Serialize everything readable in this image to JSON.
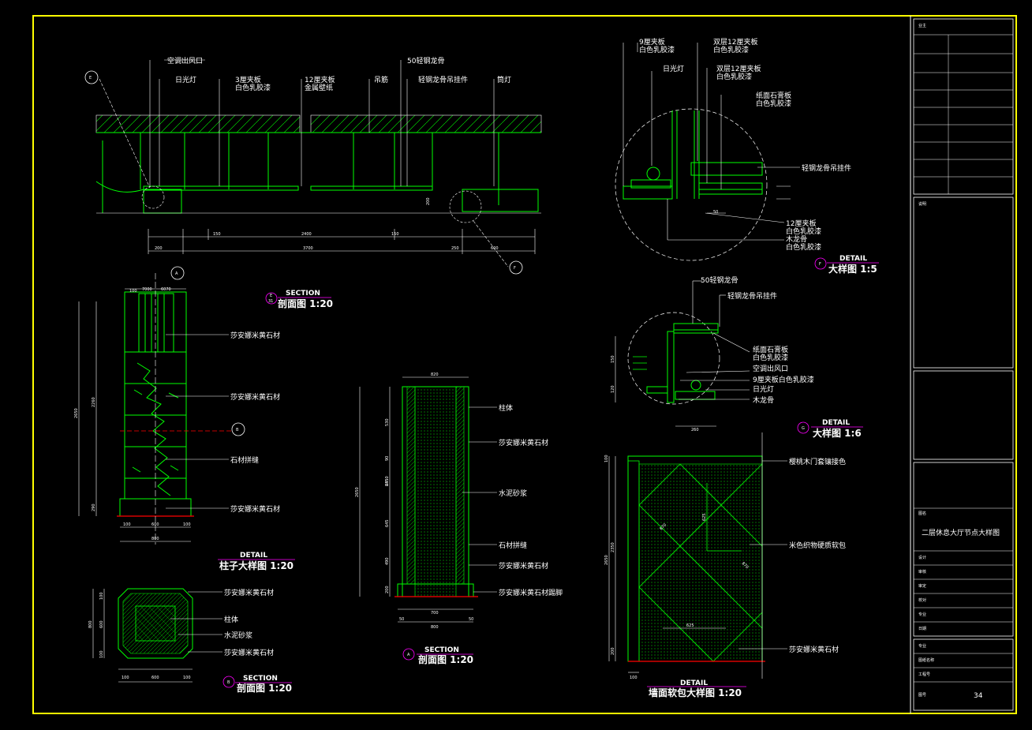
{
  "ceiling_section": {
    "callouts": [
      "空调出风口",
      "日光灯",
      "3厘夹板",
      "白色乳胶漆",
      "12厘夹板",
      "金属壁纸",
      "吊筋",
      "50轻钢龙骨",
      "轻钢龙骨吊挂件",
      "筒灯"
    ],
    "markers": [
      "E",
      "F"
    ],
    "dims": [
      "200",
      "3700",
      "250",
      "600",
      "150",
      "2400",
      "150",
      "200"
    ],
    "title_en": "SECTION",
    "title_cn": "剖面图 1:20",
    "tag_top": "E",
    "tag_bottom": "31"
  },
  "detail_f": {
    "callouts": [
      "9厘夹板",
      "白色乳胶漆",
      "双层12厘夹板",
      "白色乳胶漆",
      "双层12厘夹板",
      "白色乳胶漆",
      "纸面石膏板",
      "白色乳胶漆",
      "轻钢龙骨吊挂件",
      "12厘夹板",
      "白色乳胶漆",
      "木龙骨",
      "白色乳胶漆"
    ],
    "dims": [
      "50"
    ],
    "title_en": "DETAIL",
    "title_cn": "大样图 1:5",
    "tag": "F"
  },
  "column_detail": {
    "callouts": [
      "莎安娜米黄石材",
      "莎安娜米黄石材",
      "石材拼缝",
      "莎安娜米黄石材"
    ],
    "markers": [
      "A",
      "B"
    ],
    "dims": [
      "100",
      "7000",
      "6070",
      "2650",
      "2260",
      "290",
      "100",
      "600",
      "100",
      "800"
    ],
    "title_en": "DETAIL",
    "title_cn": "柱子大样图 1:20"
  },
  "column_section_a": {
    "callouts": [
      "柱体",
      "莎安娜米黄石材",
      "水泥砂浆",
      "石材拼缝",
      "莎安娜米黄石材",
      "莎安娜米黄石材踢脚"
    ],
    "dims": [
      "820",
      "2650",
      "2350",
      "530",
      "90",
      "645",
      "645",
      "490",
      "200",
      "700",
      "50",
      "800",
      "50"
    ],
    "title_en": "SECTION",
    "title_cn": "剖面图 1:20",
    "tag": "A"
  },
  "detail_g": {
    "callouts": [
      "50轻钢龙骨",
      "轻钢龙骨吊挂件",
      "纸面石膏板",
      "白色乳胶漆",
      "空调出风口",
      "9厘夹板白色乳胶漆",
      "日光灯",
      "木龙骨"
    ],
    "dims": [
      "150",
      "120",
      "260"
    ],
    "title_en": "DETAIL",
    "title_cn": "大样图 1:6",
    "tag": "G"
  },
  "column_plan_b": {
    "callouts": [
      "莎安娜米黄石材",
      "柱体",
      "水泥砂浆",
      "莎安娜米黄石材"
    ],
    "dims": [
      "100",
      "600",
      "100",
      "100",
      "600",
      "100",
      "800"
    ],
    "title_en": "SECTION",
    "title_cn": "剖面图 1:20",
    "tag": "B"
  },
  "wall_panel": {
    "callouts": [
      "樱桃木门套镶接色",
      "米色织物硬质软包",
      "莎安娜米黄石材"
    ],
    "dims": [
      "100",
      "2650",
      "2350",
      "200",
      "625",
      "870",
      "870",
      "625",
      "100"
    ],
    "title_en": "DETAIL",
    "title_cn": "墙面软包大样图 1:20"
  },
  "title_block": {
    "project_label": "业主",
    "notes_label": "说明",
    "drawing_label": "图名",
    "drawing_name": "二层休息大厅节点大样图",
    "rows": [
      "设计",
      "审核",
      "审定",
      "校对",
      "专业",
      "日期"
    ],
    "lower_rows": [
      "专业",
      "图纸名称",
      "工程号"
    ],
    "sheet_label": "图号",
    "sheet_number": "34"
  },
  "colors": {
    "frame": "#ffff00",
    "linework": "#00ff00",
    "hatch": "#00c800",
    "accent": "#ff0000",
    "marker": "#ff00ff",
    "text": "#ffffff"
  }
}
